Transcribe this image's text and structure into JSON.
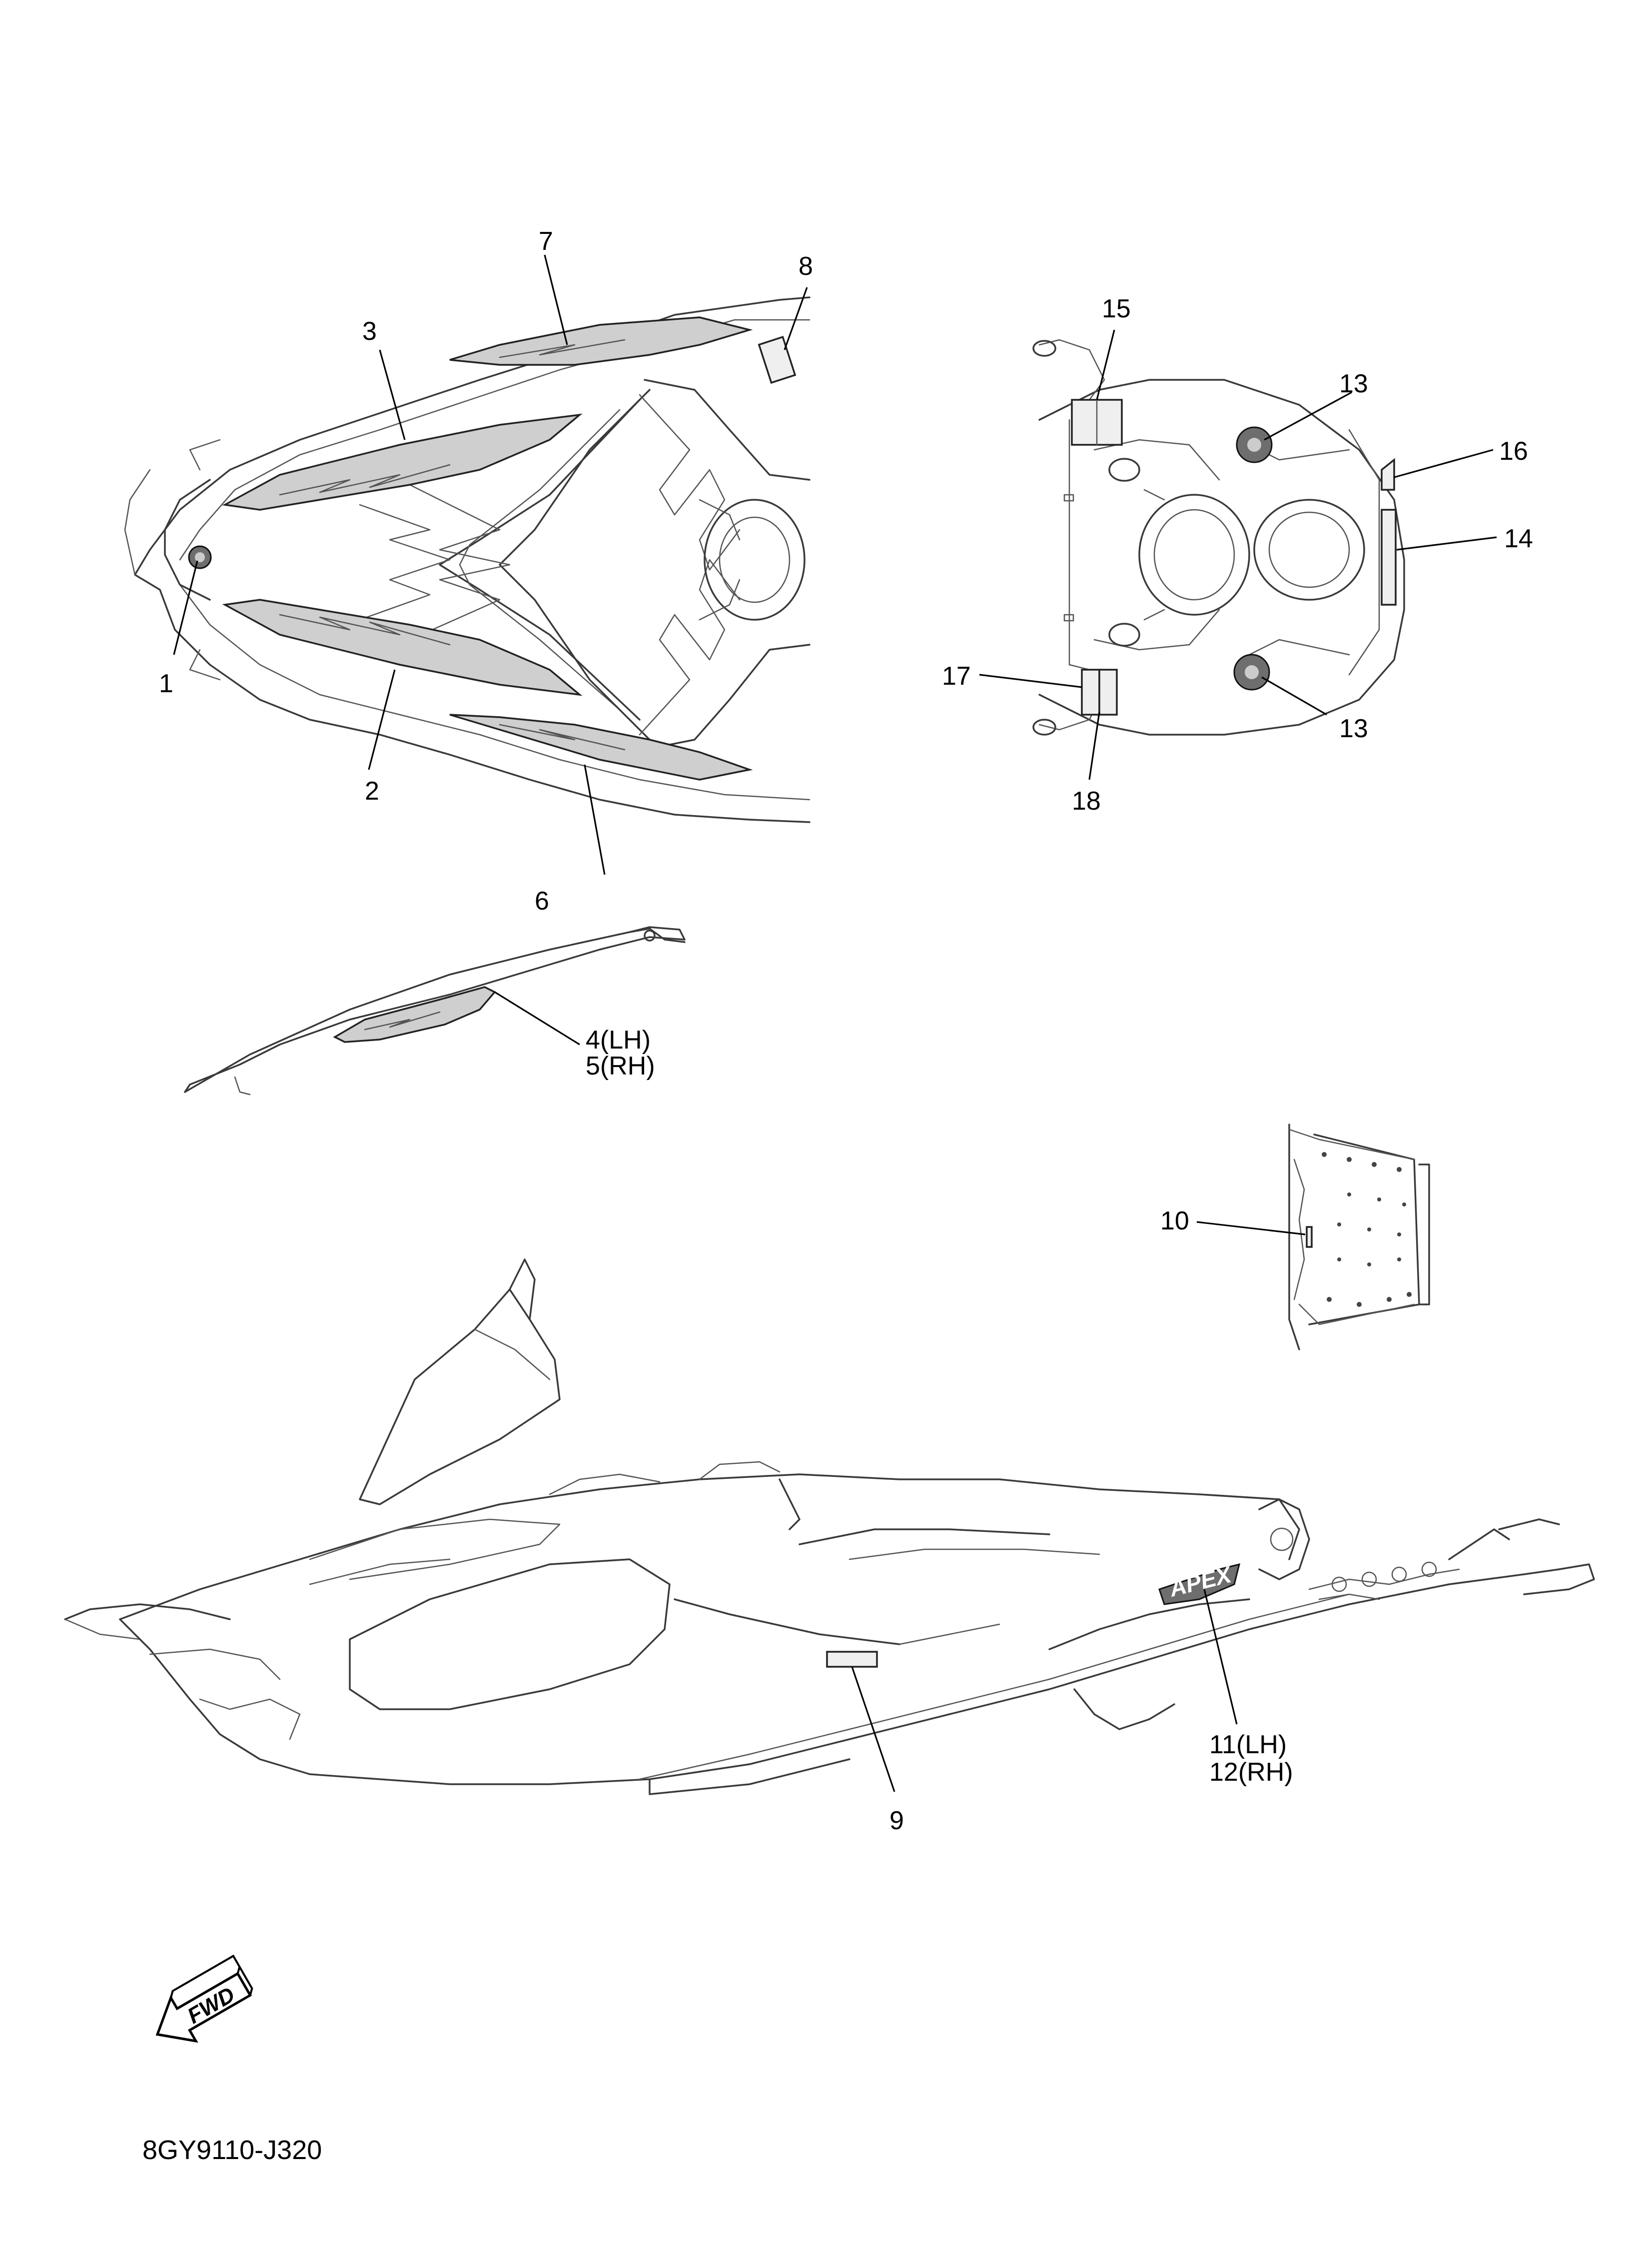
{
  "callouts": {
    "c1": "1",
    "c2": "2",
    "c3": "3",
    "c4": "4(LH)",
    "c5": "5(RH)",
    "c6": "6",
    "c7": "7",
    "c8": "8",
    "c9": "9",
    "c10": "10",
    "c11": "11(LH)",
    "c12": "12(RH)",
    "c13a": "13",
    "c13b": "13",
    "c14": "14",
    "c15": "15",
    "c16": "16",
    "c17": "17",
    "c18": "18"
  },
  "badge_text": "APEX",
  "fwd_arrow": {
    "label": "FWD",
    "icon": "fwd-arrow-icon"
  },
  "diagram_code": "8GY9110-J320"
}
